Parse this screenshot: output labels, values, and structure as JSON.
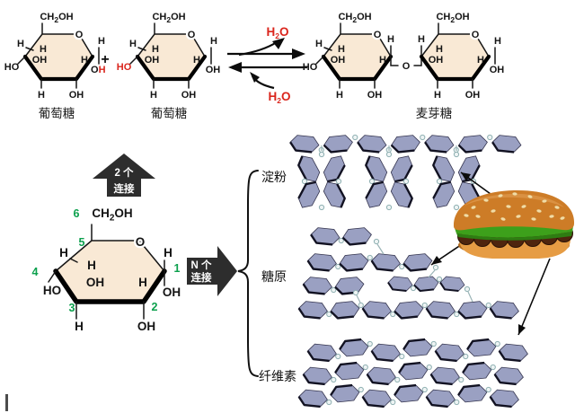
{
  "reaction": {
    "glucose1_label": "葡萄糖",
    "glucose2_label": "葡萄糖",
    "maltose_label": "麦芽糖",
    "plus_sign": "+",
    "water_top": {
      "pre": "H",
      "sub": "2",
      "post": "O"
    },
    "water_bottom": {
      "pre": "H",
      "sub": "2",
      "post": "O"
    }
  },
  "formulas": {
    "ch2oh": {
      "pre": "CH",
      "sub": "2",
      "post": "OH"
    }
  },
  "atoms": {
    "h": "H",
    "o": "O",
    "oh": "OH",
    "ho": "HO"
  },
  "carbon_numbers": {
    "c1": "1",
    "c2": "2",
    "c3": "3",
    "c4": "4",
    "c5": "5",
    "c6": "6"
  },
  "join_arrows": {
    "two": {
      "line1": "2 个",
      "line2": "连接"
    },
    "n": {
      "line1": "N 个",
      "line2": "连接"
    }
  },
  "polymers": {
    "starch_label": "淀粉",
    "glycogen_label": "糖原",
    "cellulose_label": "纤维素"
  },
  "structures": {
    "starch": {
      "chain_units": 7,
      "loop_count": 3,
      "units_per_loop": 4
    },
    "glycogen": {
      "row_units": [
        2,
        4,
        2,
        3,
        7
      ]
    },
    "cellulose": {
      "row_units": [
        7,
        7,
        7
      ]
    }
  },
  "colors": {
    "red": "#da251c",
    "green": "#0ca04d",
    "ring_fill": "#f9e9d5",
    "polymer_hex": "#9aa0c2",
    "block_arrow": "#2d2d2d"
  }
}
